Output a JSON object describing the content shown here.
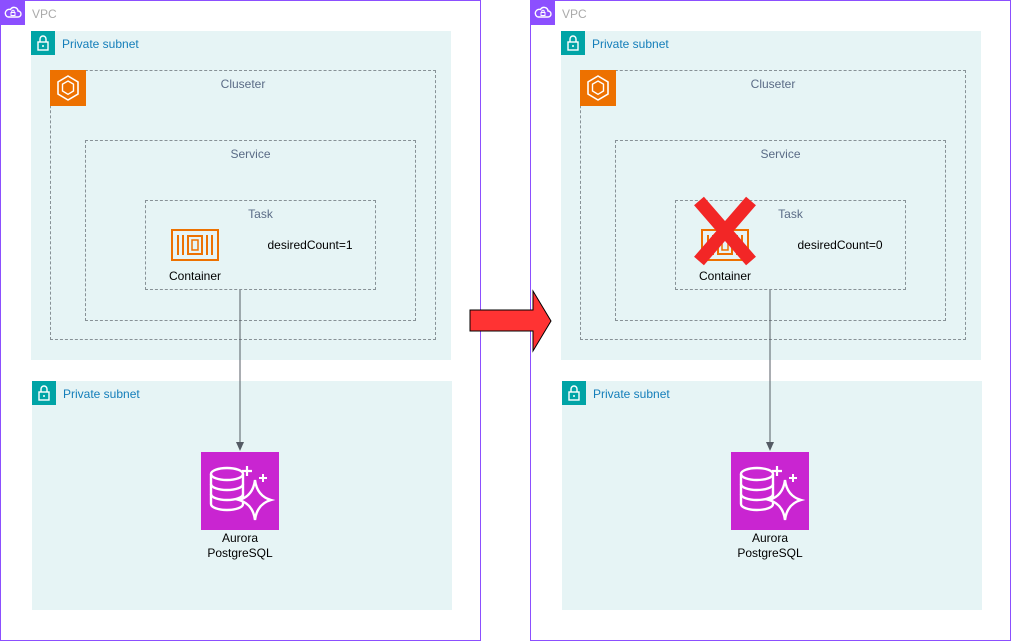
{
  "colors": {
    "vpc_border": "#8c4fff",
    "subnet_fill": "#e6f4f5",
    "subnet_icon": "#00a4a6",
    "subnet_label": "#147eba",
    "ecs_orange": "#ed7100",
    "aurora_magenta": "#c925d1",
    "arrow_red": "#ff3333",
    "cross_red": "#ff3333"
  },
  "panels": [
    {
      "vpc_label": "VPC",
      "subnet_top_label": "Private subnet",
      "subnet_bottom_label": "Private subnet",
      "cluster_label": "Cluseter",
      "service_label": "Service",
      "task_label": "Task",
      "container_label": "Container",
      "desired_count": "desiredCount=1",
      "db_label_line1": "Aurora",
      "db_label_line2": "PostgreSQL",
      "container_stopped": false
    },
    {
      "vpc_label": "VPC",
      "subnet_top_label": "Private subnet",
      "subnet_bottom_label": "Private subnet",
      "cluster_label": "Cluseter",
      "service_label": "Service",
      "task_label": "Task",
      "container_label": "Container",
      "desired_count": "desiredCount=0",
      "db_label_line1": "Aurora",
      "db_label_line2": "PostgreSQL",
      "container_stopped": true
    }
  ]
}
